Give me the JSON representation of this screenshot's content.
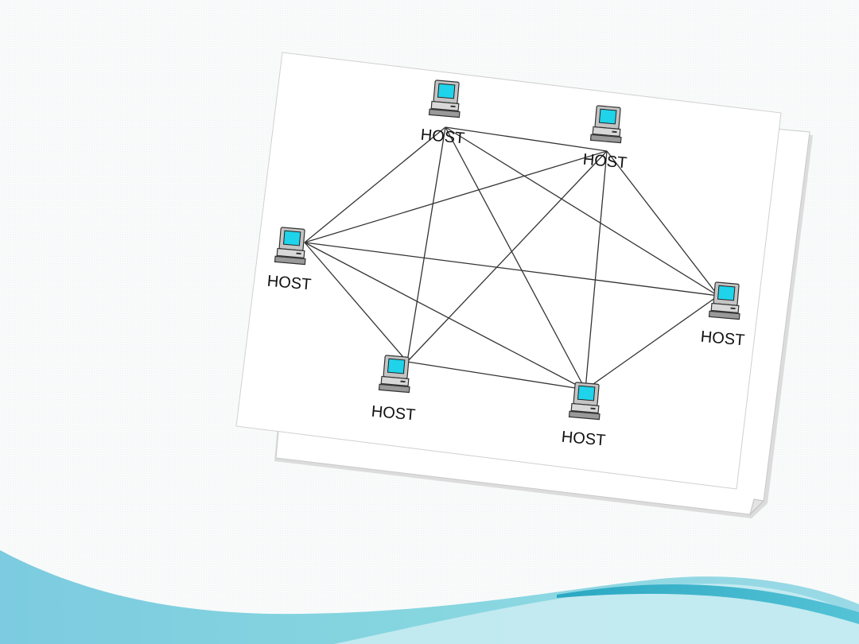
{
  "diagram": {
    "type": "mesh-network-topology",
    "nodes": [
      {
        "id": "host-top-left",
        "label": "HOST"
      },
      {
        "id": "host-top-right",
        "label": "HOST"
      },
      {
        "id": "host-left",
        "label": "HOST"
      },
      {
        "id": "host-right",
        "label": "HOST"
      },
      {
        "id": "host-bottom-left",
        "label": "HOST"
      },
      {
        "id": "host-bottom-right",
        "label": "HOST"
      }
    ],
    "edges": [
      [
        "host-top-left",
        "host-top-right"
      ],
      [
        "host-top-left",
        "host-left"
      ],
      [
        "host-top-left",
        "host-right"
      ],
      [
        "host-top-left",
        "host-bottom-left"
      ],
      [
        "host-top-left",
        "host-bottom-right"
      ],
      [
        "host-top-right",
        "host-left"
      ],
      [
        "host-top-right",
        "host-right"
      ],
      [
        "host-top-right",
        "host-bottom-left"
      ],
      [
        "host-top-right",
        "host-bottom-right"
      ],
      [
        "host-left",
        "host-right"
      ],
      [
        "host-left",
        "host-bottom-left"
      ],
      [
        "host-left",
        "host-bottom-right"
      ],
      [
        "host-right",
        "host-bottom-right"
      ],
      [
        "host-bottom-left",
        "host-bottom-right"
      ]
    ]
  },
  "colors": {
    "screen": "#1fd3ea",
    "monitor_body": "#c4c4c4",
    "edge": "#333333",
    "wave_light": "#8fd8e2",
    "wave_dark": "#3cb8cc"
  }
}
